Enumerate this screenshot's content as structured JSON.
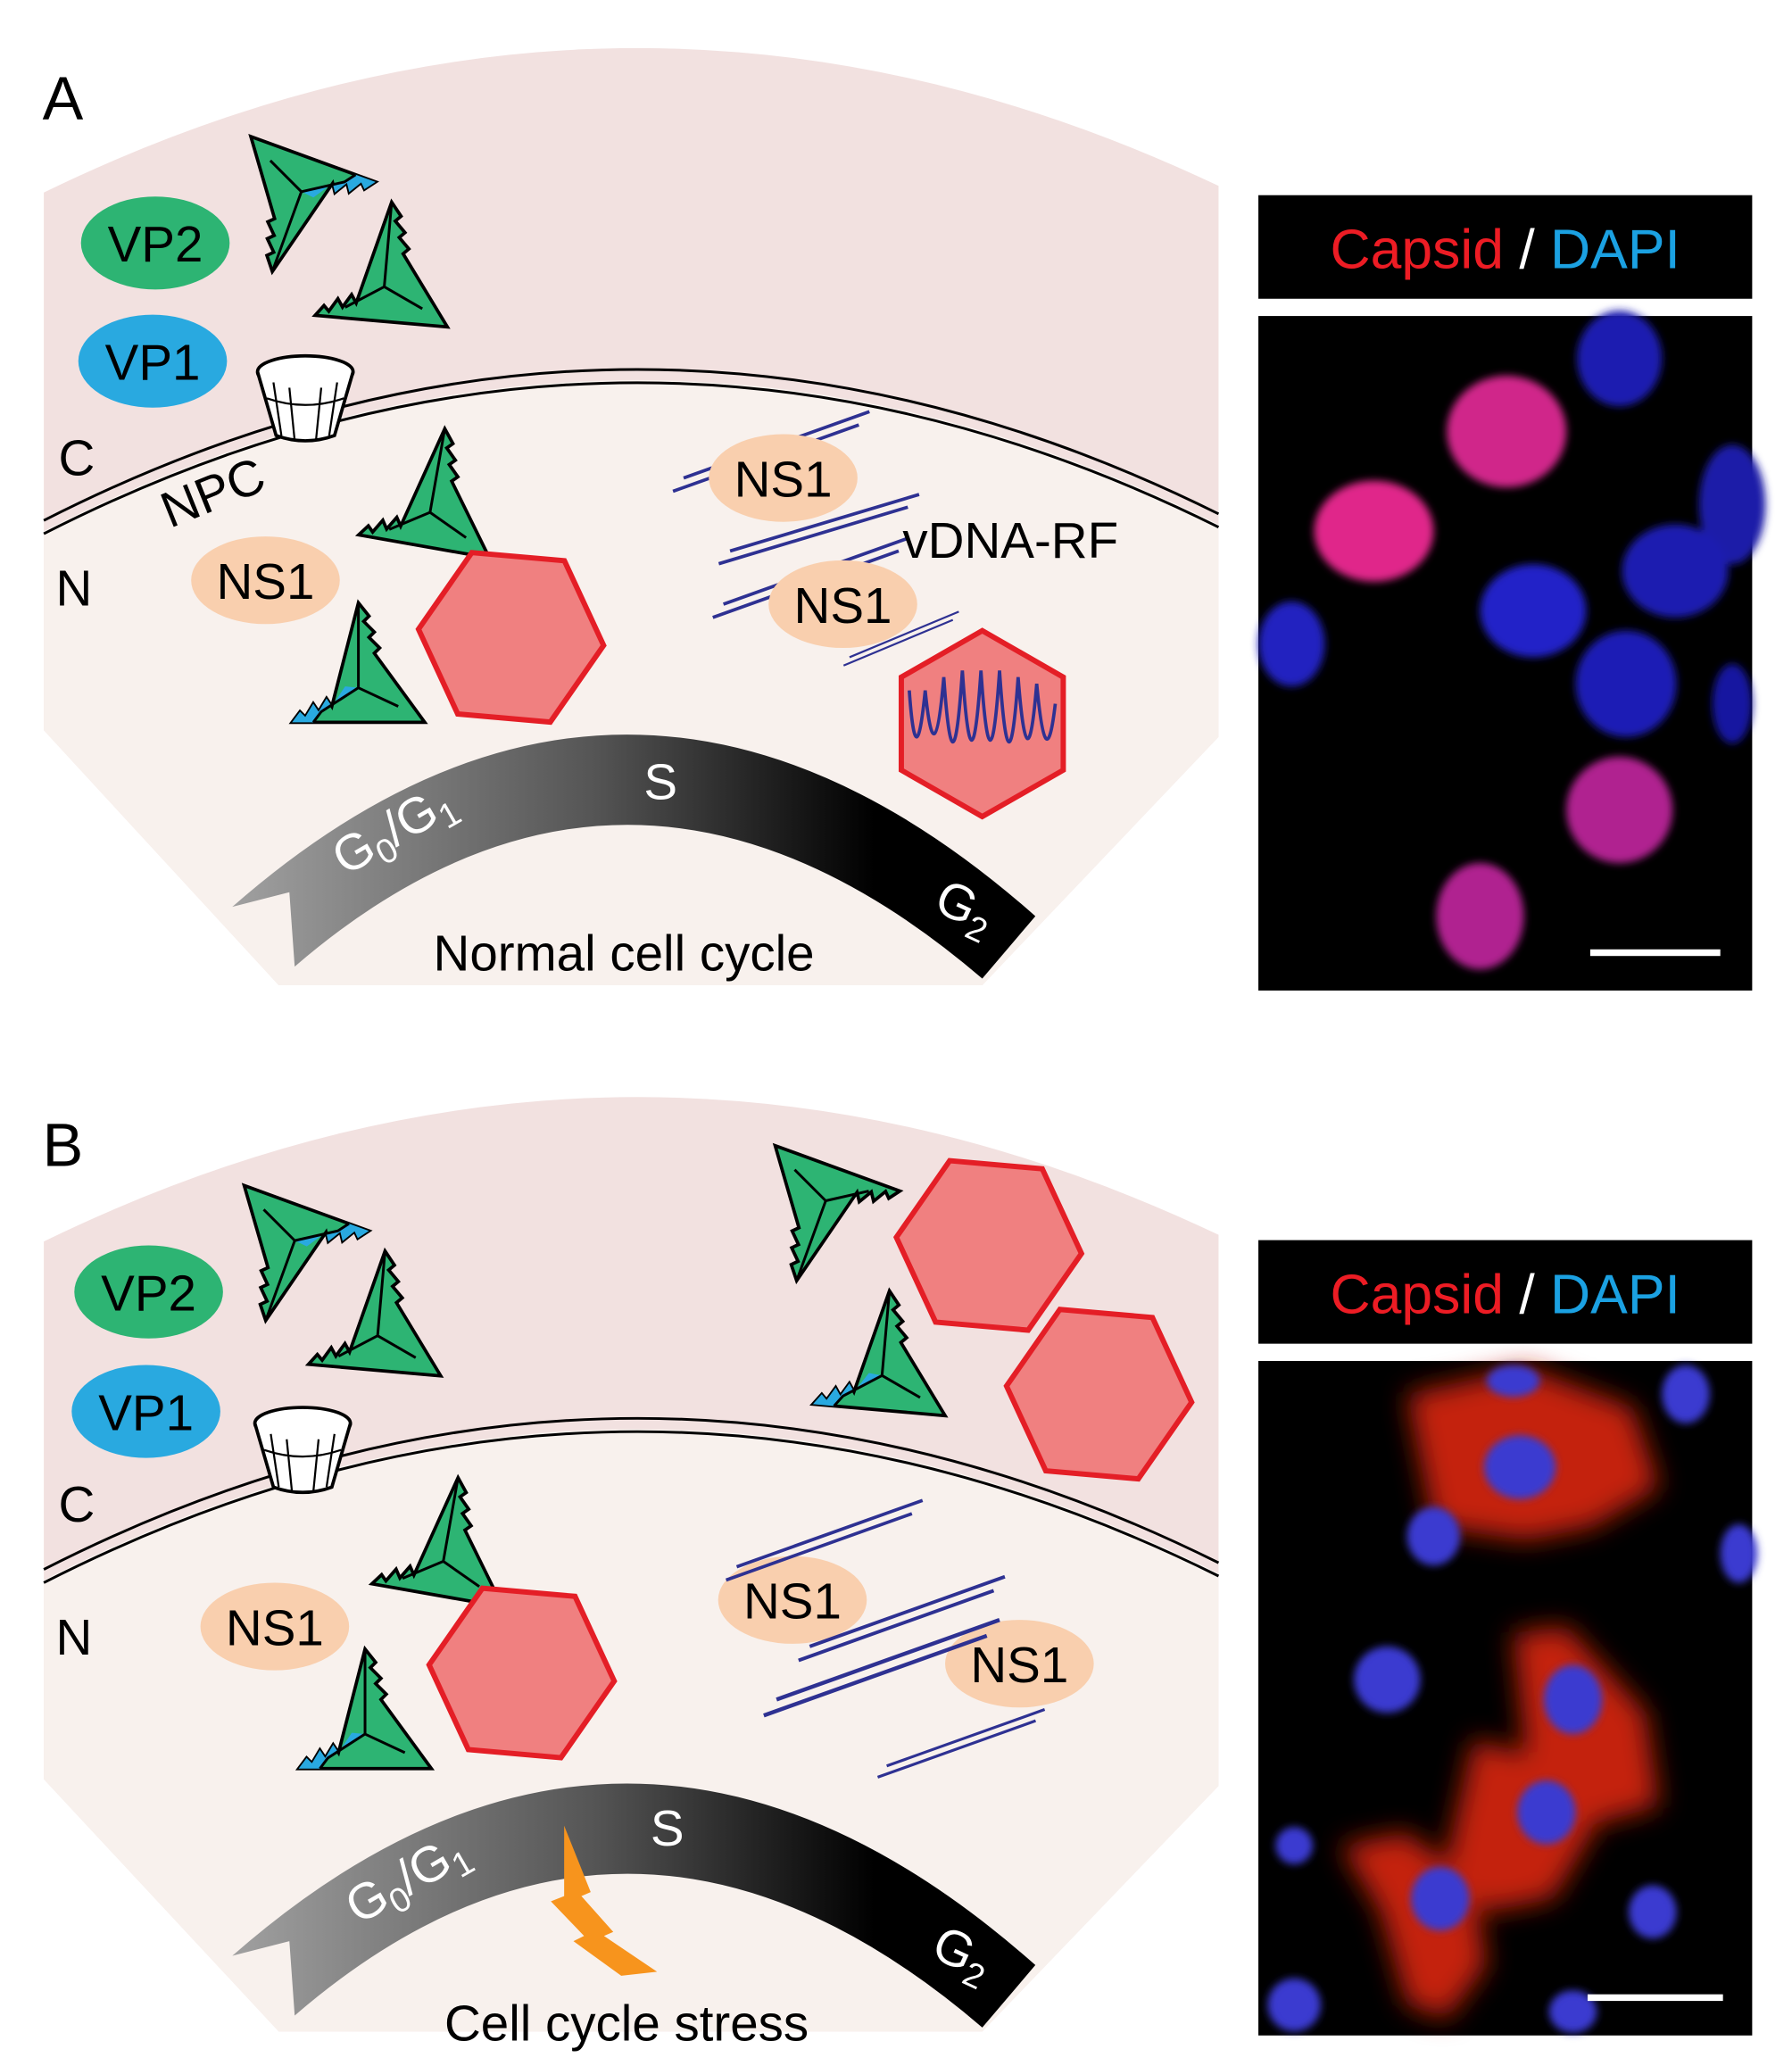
{
  "panels": [
    {
      "letter": "A",
      "labels": {
        "vp2": "VP2",
        "vp1": "VP1",
        "c": "C",
        "n": "N",
        "npc": "NPC",
        "ns1": "NS1",
        "vdna_rf": "vDNA-RF"
      },
      "cell_cycle": {
        "g0g1_main": "G",
        "g0_sub": "0",
        "slash": "/G",
        "g1_sub": "1",
        "s": "S",
        "g2_main": "G",
        "g2_sub": "2",
        "caption": "Normal cell cycle"
      },
      "micrograph": {
        "title_capsid": "Capsid",
        "title_sep": " / ",
        "title_dapi": "DAPI"
      }
    },
    {
      "letter": "B",
      "labels": {
        "vp2": "VP2",
        "vp1": "VP1",
        "c": "C",
        "n": "N",
        "ns1": "NS1"
      },
      "cell_cycle": {
        "g0g1_main": "G",
        "g0_sub": "0",
        "slash": "/G",
        "g1_sub": "1",
        "s": "S",
        "g2_main": "G",
        "g2_sub": "2",
        "caption": "Cell cycle stress"
      },
      "micrograph": {
        "title_capsid": "Capsid",
        "title_sep": " / ",
        "title_dapi": "DAPI"
      }
    }
  ],
  "colors": {
    "capsid": "#ed1c24",
    "dapi": "#1ba1e2",
    "vp2": "#2db473",
    "vp1": "#29a9e0",
    "ns1": "#f9cfae",
    "cytoplasm": "#f2e1e0",
    "nucleus": "#f8f1ed",
    "hexagon": "#f08080",
    "stress": "#f7941d",
    "dna": "#2e3192"
  }
}
